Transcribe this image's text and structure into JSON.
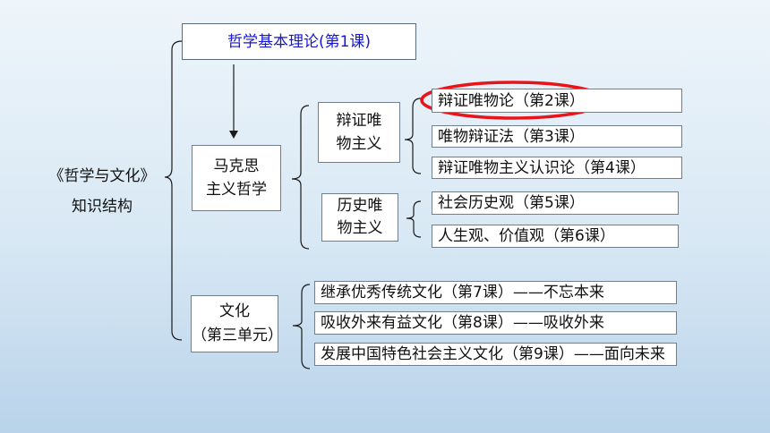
{
  "root": {
    "line1": "《哲学与文化》",
    "line2": "知识结构"
  },
  "top_node": "哲学基本理论(第1课)",
  "marxism": {
    "line1": "马克思",
    "line2": "主义哲学"
  },
  "dialectical": {
    "line1": "辩证唯",
    "line2": "物主义"
  },
  "historical": {
    "line1": "历史唯",
    "line2": "物主义"
  },
  "culture": {
    "line1": "文化",
    "line2": "（第三单元）"
  },
  "lessons_dialectical": [
    "辩证唯物论（第2课）",
    "唯物辩证法（第3课）",
    "辩证唯物主义认识论（第4课）"
  ],
  "lessons_historical": [
    "社会历史观（第5课）",
    "人生观、价值观（第6课）"
  ],
  "lessons_culture": [
    "继承优秀传统文化（第7课）——不忘本来",
    "吸收外来有益文化（第8课）——吸收外来",
    "发展中国特色社会主义文化（第9课）——面向未来"
  ],
  "colors": {
    "top_node_text": "#1515d6",
    "highlight_ellipse": "#e8141a",
    "box_border": "#6f7f8f"
  }
}
